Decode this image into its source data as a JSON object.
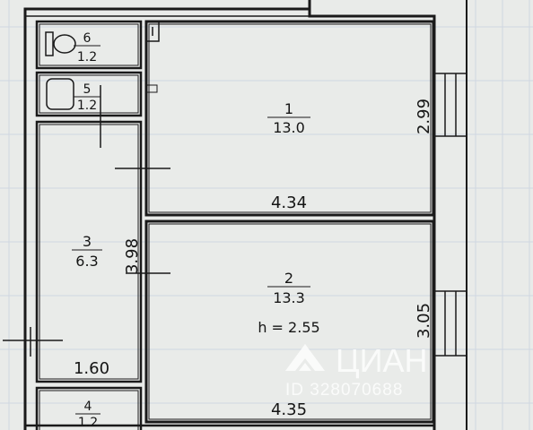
{
  "rooms": [
    {
      "number": "1",
      "area": "13.0"
    },
    {
      "number": "2",
      "area": "13.3"
    },
    {
      "number": "3",
      "area": "6.3"
    },
    {
      "number": "4",
      "area": "1.2"
    },
    {
      "number": "5",
      "area": "1.2"
    },
    {
      "number": "6",
      "area": "1.2"
    }
  ],
  "dimensions": {
    "room1_width": "4.34",
    "room1_height": "2.99",
    "room2_width": "4.35",
    "room2_height": "3.05",
    "room3_height": "3.98",
    "room3_width": "1.60"
  },
  "ceiling_height": "h = 2.55",
  "watermark": {
    "brand": "ЦИАН",
    "id": "ID 328070688"
  },
  "colors": {
    "paper": "#e9ebe9",
    "wall": "#1a1a1a",
    "grid": "#cfd7e1",
    "watermark": "#ffffff"
  }
}
